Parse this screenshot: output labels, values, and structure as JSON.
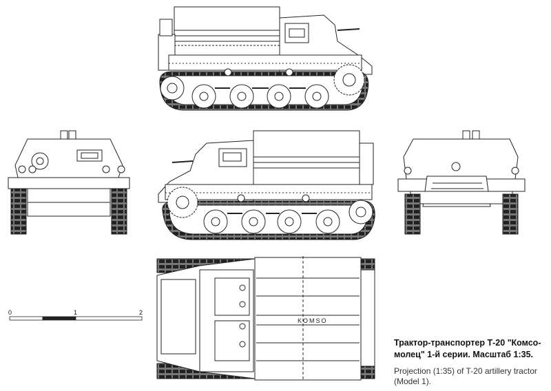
{
  "scale_bar": {
    "ticks": [
      "0",
      "1",
      "2"
    ]
  },
  "plan_marking": "KOMSO",
  "caption": {
    "russian": "Трактор-транспортер Т-20 \"Комсо-молец\" 1-й серии. Масштаб 1:35.",
    "english": "Projection (1:35) of T-20 artillery tractor (Model 1)."
  },
  "colors": {
    "line": "#222222",
    "paper": "#ffffff",
    "fill": "#f2f2f2"
  }
}
